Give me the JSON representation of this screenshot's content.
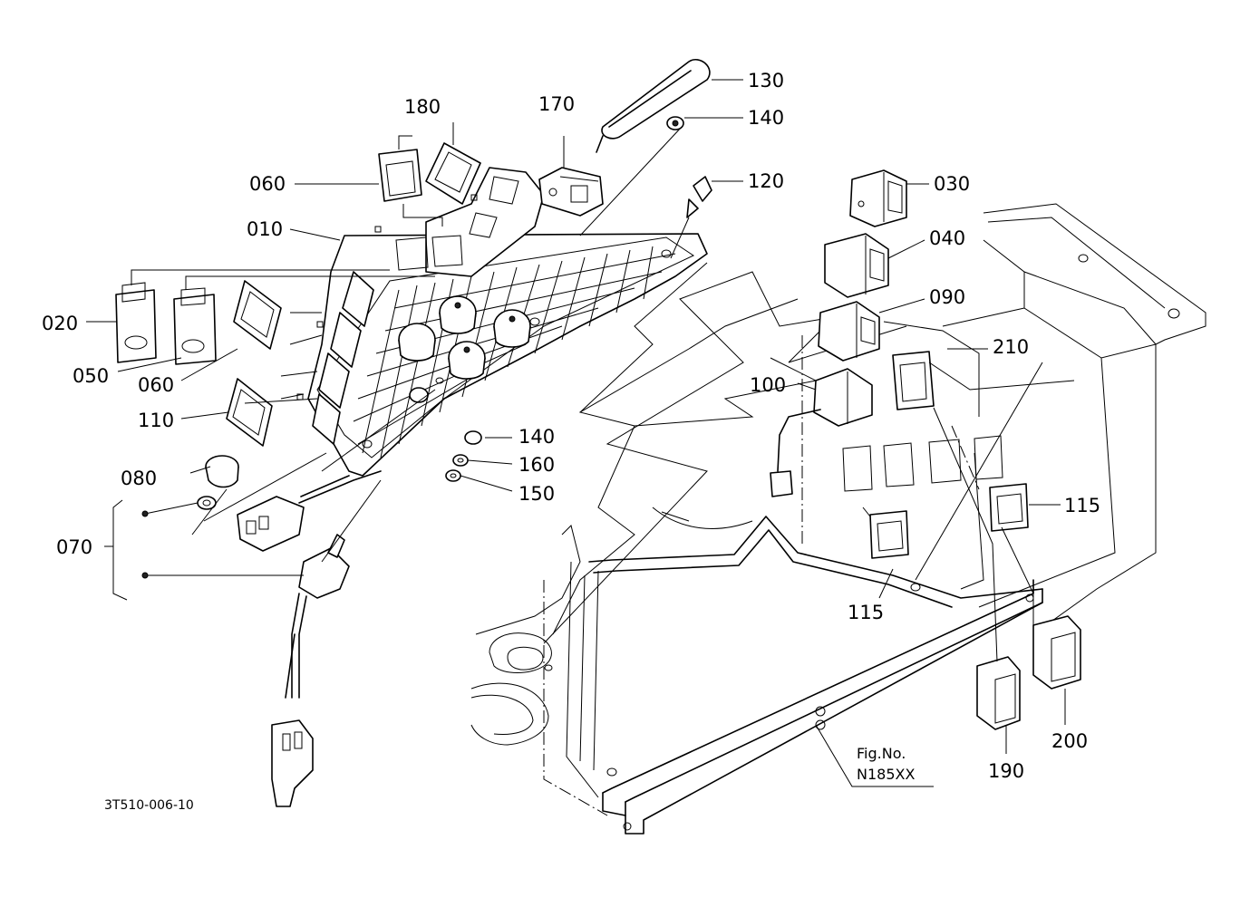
{
  "diagram": {
    "callouts": {
      "c130": "130",
      "c140a": "140",
      "c180": "180",
      "c170": "170",
      "c120": "120",
      "c060a": "060",
      "c030": "030",
      "c010": "010",
      "c040": "040",
      "c090": "090",
      "c020": "020",
      "c050": "050",
      "c060b": "060",
      "c210": "210",
      "c100": "100",
      "c110": "110",
      "c140b": "140",
      "c160": "160",
      "c150": "150",
      "c080": "080",
      "c070": "070",
      "c115a": "115",
      "c115b": "115",
      "c200": "200",
      "c190": "190"
    },
    "figure_number_label": "Fig.No.",
    "figure_number": "N185XX",
    "drawing_code": "3T510-006-10"
  }
}
